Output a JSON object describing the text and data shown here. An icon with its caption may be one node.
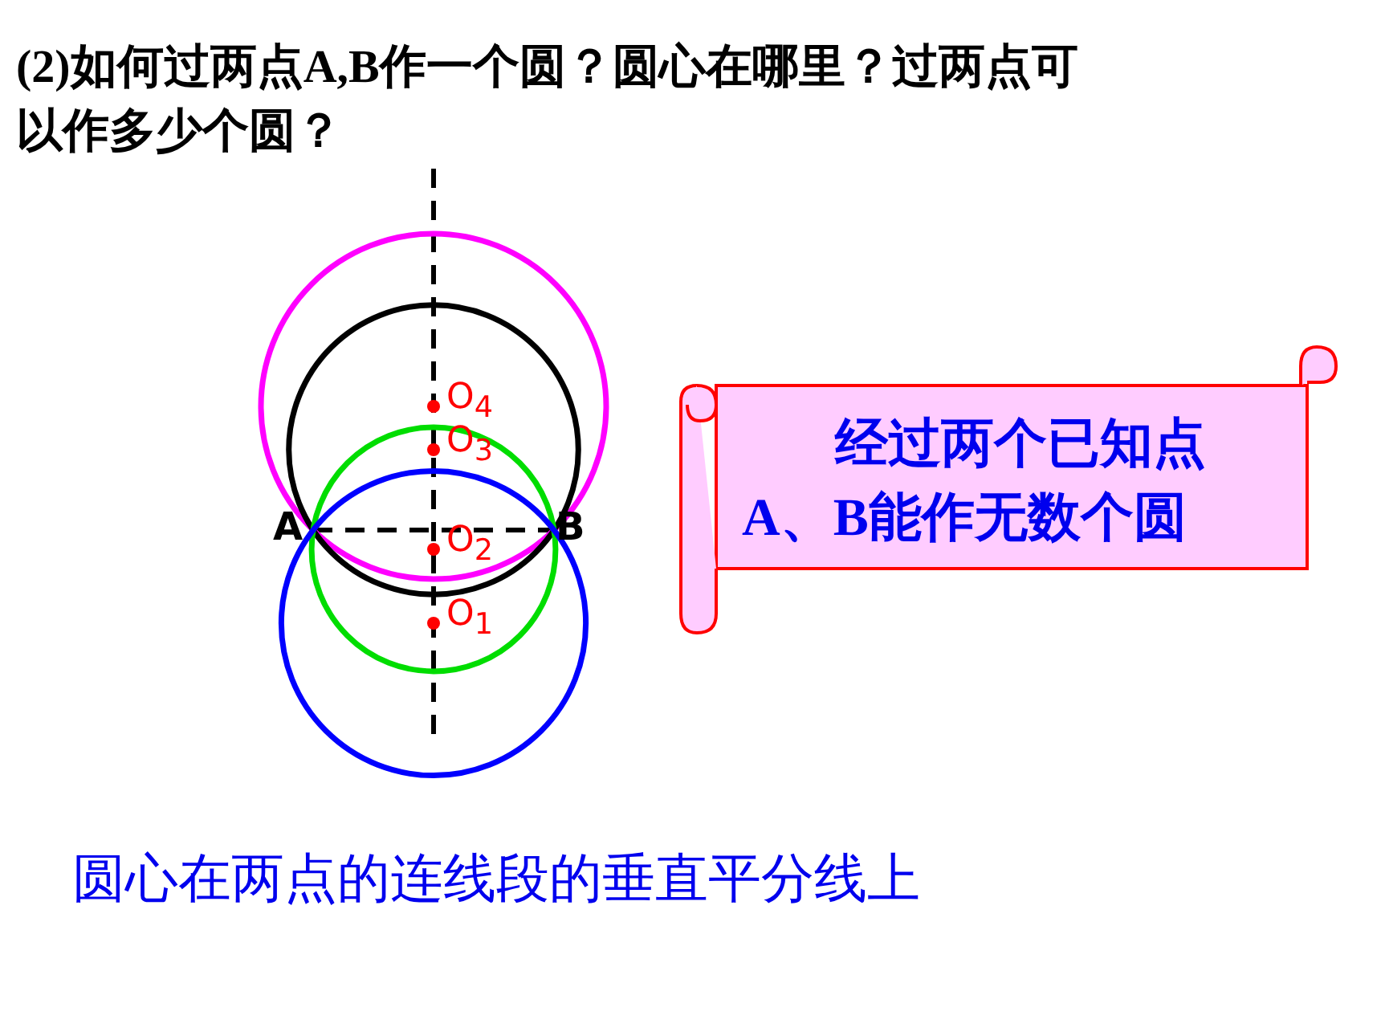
{
  "diagram": {
    "title": "(2)如何过两点A,B作一个圆？圆心在哪里？过两点可以作多少个圆？",
    "caption": "圆心在两点的连线段的垂直平分线上",
    "nodes": [
      {
        "text": [
          "经过两个已知点A、B能作**无数**个圆"
        ]
      }
    ],
    "labels": [
      "O$_{4}$",
      "O$_{3}$",
      "A",
      "O$_{2}$",
      "B",
      "O$_{1}$"
    ]
  }
}
